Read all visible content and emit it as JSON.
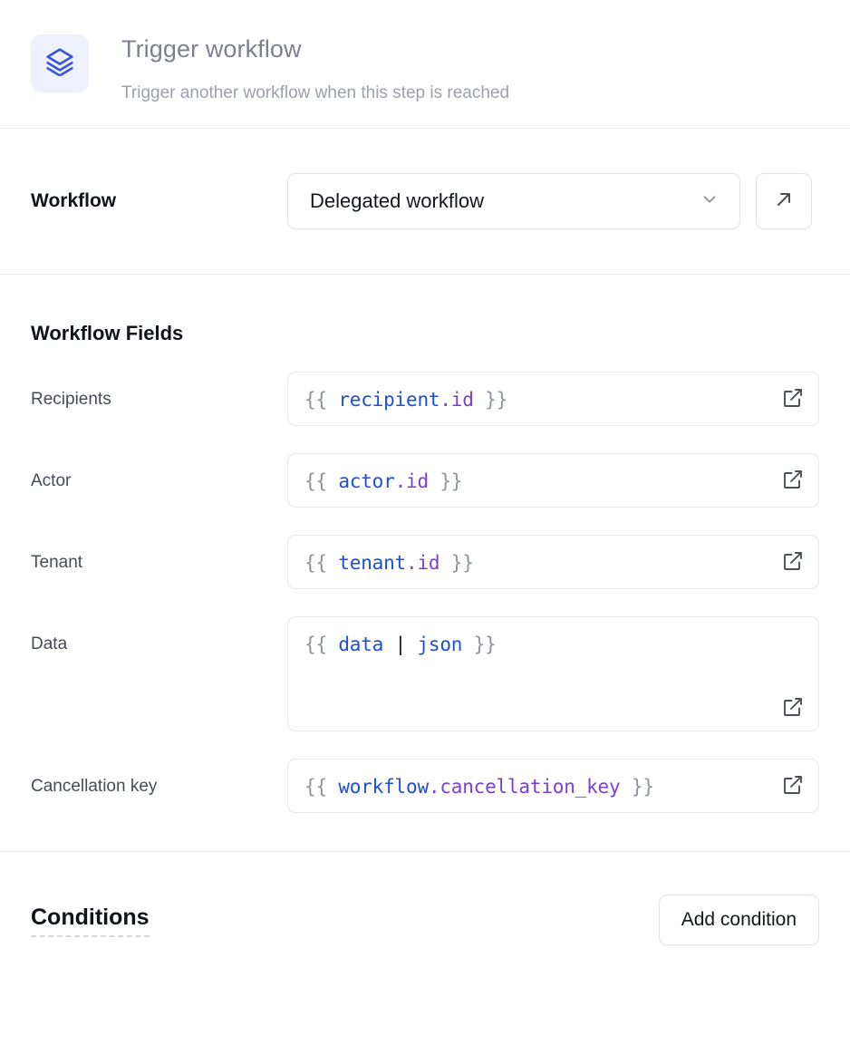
{
  "header": {
    "icon": "layers-icon",
    "icon_color": "#3b55d9",
    "icon_bg": "#eef1fc",
    "title": "Trigger workflow",
    "subtitle": "Trigger another workflow when this step is reached"
  },
  "workflow_section": {
    "label": "Workflow",
    "select_value": "Delegated workflow",
    "select_icon": "chevron-down-icon",
    "open_button_icon": "arrow-up-right-icon"
  },
  "fields_section": {
    "title": "Workflow Fields",
    "fields": [
      {
        "label": "Recipients",
        "value": "{{ recipient.id }}",
        "tokens": [
          {
            "text": "{{ ",
            "type": "brace"
          },
          {
            "text": "recipient",
            "type": "blue"
          },
          {
            "text": ".id",
            "type": "purple"
          },
          {
            "text": " }}",
            "type": "brace"
          }
        ],
        "multiline": false,
        "action_icon": "external-link-icon"
      },
      {
        "label": "Actor",
        "value": "{{ actor.id }}",
        "tokens": [
          {
            "text": "{{ ",
            "type": "brace"
          },
          {
            "text": "actor",
            "type": "blue"
          },
          {
            "text": ".id",
            "type": "purple"
          },
          {
            "text": " }}",
            "type": "brace"
          }
        ],
        "multiline": false,
        "action_icon": "external-link-icon"
      },
      {
        "label": "Tenant",
        "value": "{{ tenant.id }}",
        "tokens": [
          {
            "text": "{{ ",
            "type": "brace"
          },
          {
            "text": "tenant",
            "type": "blue"
          },
          {
            "text": ".id",
            "type": "purple"
          },
          {
            "text": " }}",
            "type": "brace"
          }
        ],
        "multiline": false,
        "action_icon": "external-link-icon"
      },
      {
        "label": "Data",
        "value": "{{ data | json }}",
        "tokens": [
          {
            "text": "{{ ",
            "type": "brace"
          },
          {
            "text": "data",
            "type": "blue"
          },
          {
            "text": " | ",
            "type": "pipe"
          },
          {
            "text": "json",
            "type": "blue"
          },
          {
            "text": " }}",
            "type": "brace"
          }
        ],
        "multiline": true,
        "action_icon": "external-link-icon"
      },
      {
        "label": "Cancellation key",
        "value": "{{ workflow.cancellation_key }}",
        "tokens": [
          {
            "text": "{{ ",
            "type": "brace"
          },
          {
            "text": "workflow",
            "type": "blue"
          },
          {
            "text": ".cancellation_key",
            "type": "purple"
          },
          {
            "text": " }}",
            "type": "brace"
          }
        ],
        "multiline": false,
        "action_icon": "external-link-icon"
      }
    ]
  },
  "conditions_section": {
    "title": "Conditions",
    "add_button_label": "Add condition"
  },
  "colors": {
    "accent": "#3b55d9",
    "code_variable": "#1c4fd8",
    "code_property": "#7b3fd4",
    "code_brace": "#8d929d",
    "border": "#e2e4e9",
    "divider": "#e9eaee",
    "title_gray": "#7c8190"
  }
}
